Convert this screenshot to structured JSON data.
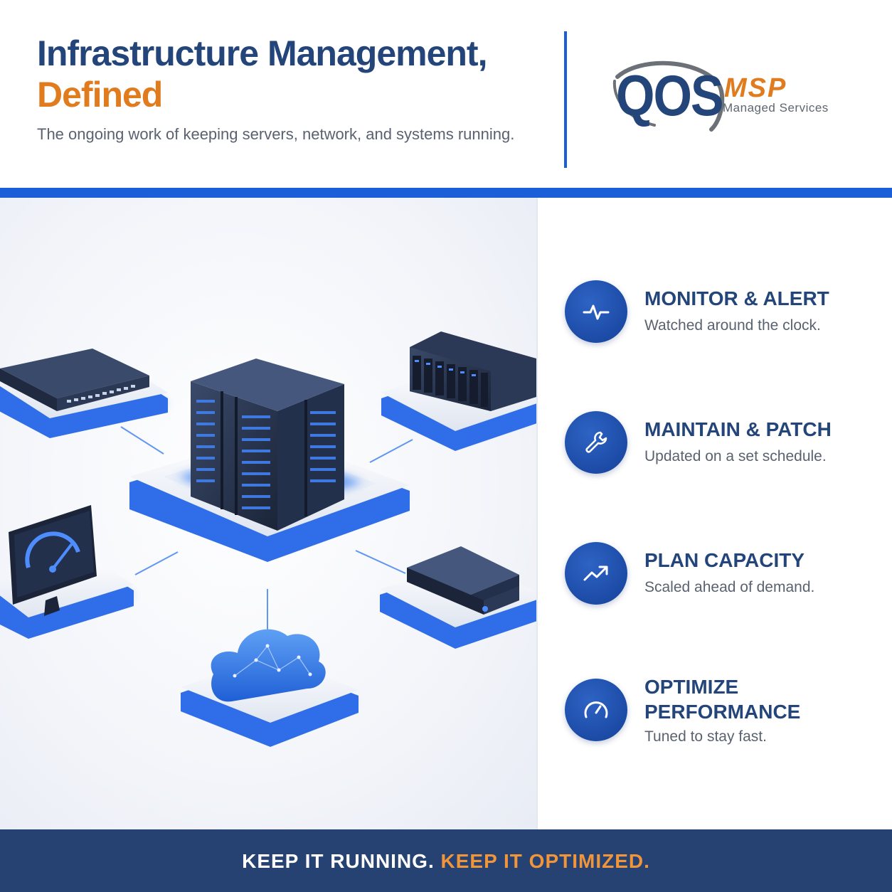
{
  "header": {
    "title_line1": "Infrastructure Management,",
    "title_line2": "Defined",
    "subtitle": "The ongoing work of keeping servers, network, and systems running."
  },
  "logo": {
    "brand": "QOS",
    "msp": "MSP",
    "tagline": "Managed Services"
  },
  "illustration": {
    "items": [
      "network-switch",
      "storage-array",
      "server-rack",
      "speedometer-monitor",
      "hard-drive",
      "cloud"
    ]
  },
  "features": [
    {
      "title": "MONITOR & ALERT",
      "desc": "Watched around the clock.",
      "icon": "pulse-icon"
    },
    {
      "title": "MAINTAIN & PATCH",
      "desc": "Updated on a set schedule.",
      "icon": "wrench-icon"
    },
    {
      "title": "PLAN CAPACITY",
      "desc": "Scaled ahead of demand.",
      "icon": "trend-up-icon"
    },
    {
      "title": "OPTIMIZE PERFORMANCE",
      "desc": "Tuned to stay fast.",
      "icon": "gauge-icon"
    }
  ],
  "footer": {
    "part1": "KEEP IT RUNNING.",
    "part2": "KEEP IT OPTIMIZED."
  },
  "colors": {
    "navy": "#23457a",
    "orange": "#e07b1e",
    "blue": "#1a5fd8",
    "footer_bg": "#264273",
    "footer_accent": "#f0953a"
  }
}
